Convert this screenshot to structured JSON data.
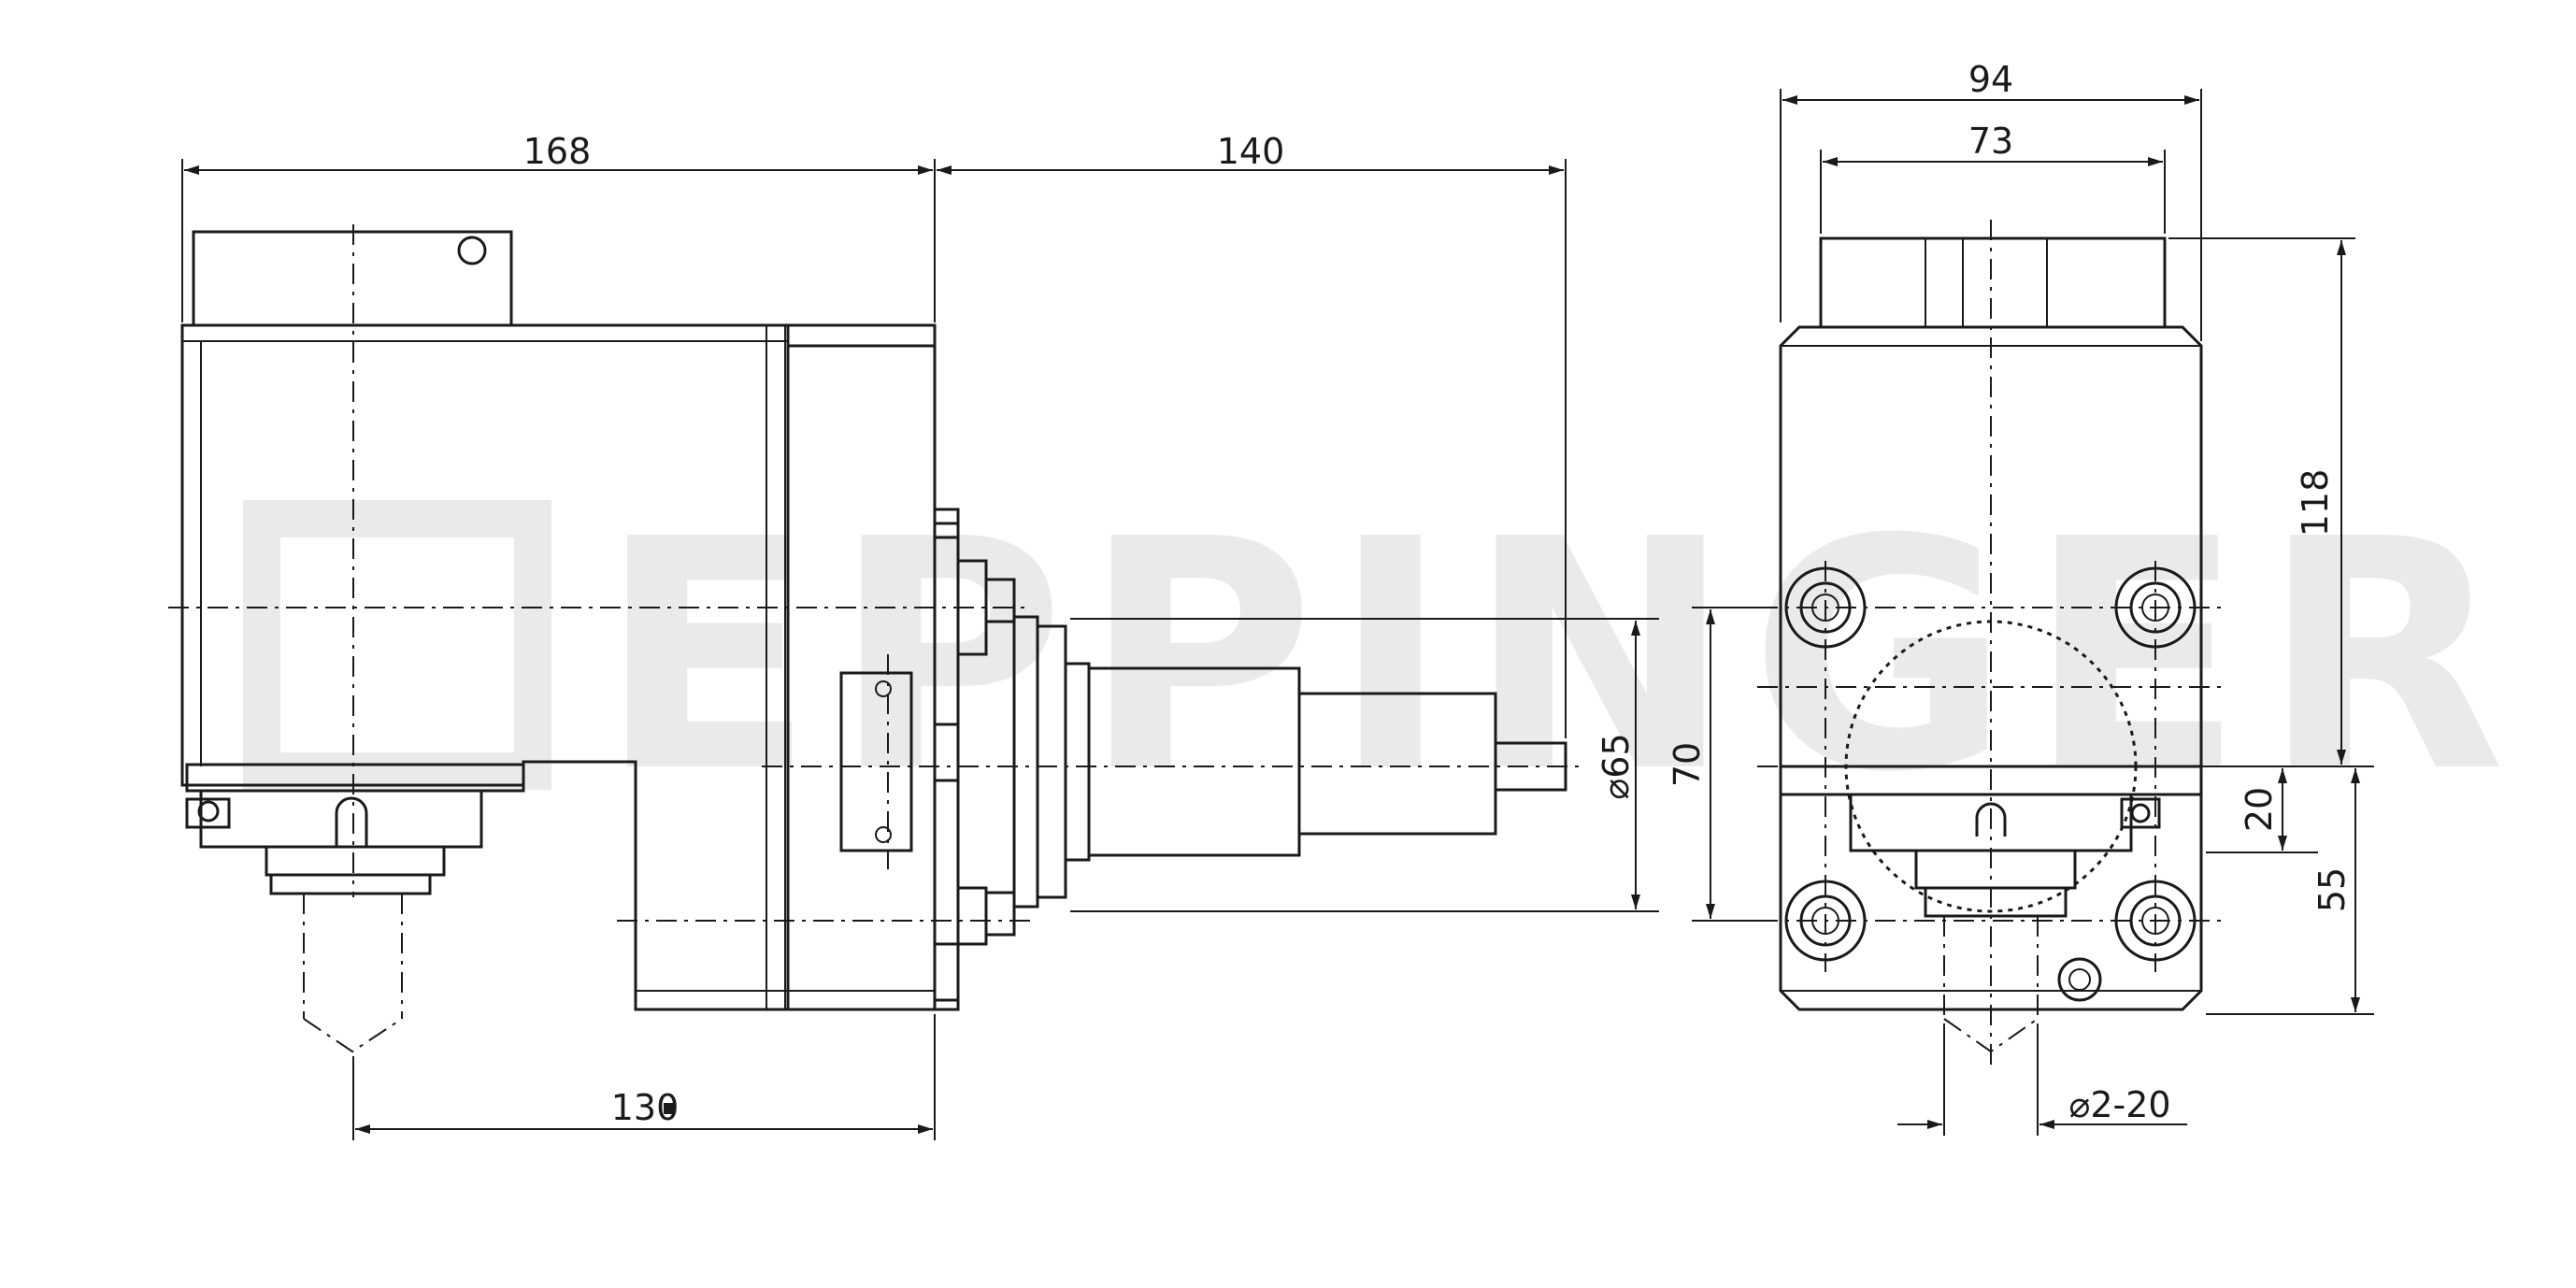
{
  "watermark": {
    "text": "EPPINGER"
  },
  "side_view": {
    "dim_total_width": "168",
    "dim_spindle_length": "140",
    "dim_bottom": "130",
    "dim_spindle_diameter": "⌀65"
  },
  "front_view": {
    "dim_outer_width": "94",
    "dim_inner_width": "73",
    "dim_height": "118",
    "dim_bolt_spacing": "70",
    "dim_offset": "20",
    "dim_base": "55",
    "dim_collet_range": "⌀2-20"
  }
}
